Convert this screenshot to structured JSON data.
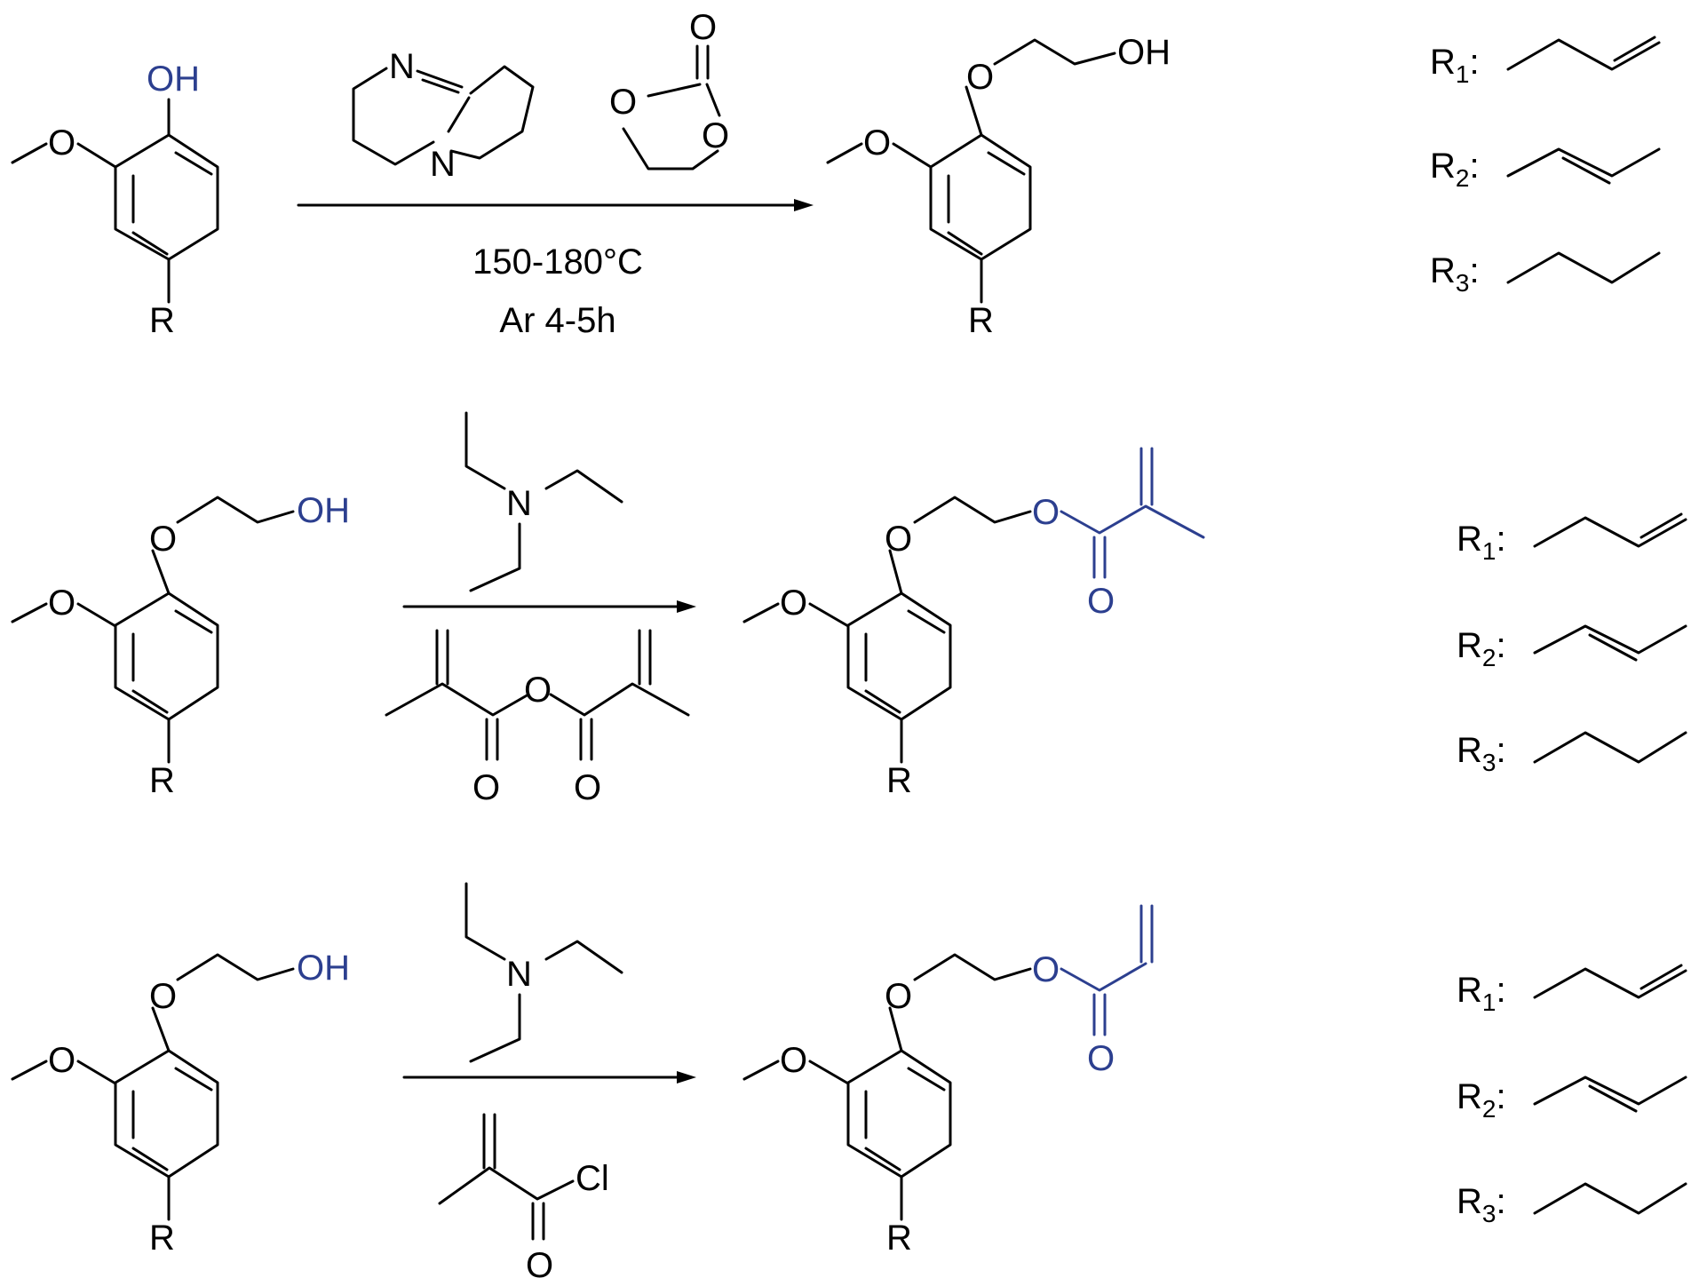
{
  "colors": {
    "black": "#000000",
    "blue": "#2c3f8f",
    "r1": "#a35aa8",
    "r2": "#e02020",
    "r3": "#5cb532"
  },
  "atoms": {
    "O": "O",
    "OH": "OH",
    "R": "R",
    "N": "N",
    "Cl": "Cl"
  },
  "reaction1": {
    "conditions_line1": "150-180°C",
    "conditions_line2": "Ar  4-5h"
  },
  "legend": {
    "R_letter": "R",
    "colon": ":",
    "subscripts": [
      "1",
      "2",
      "3"
    ]
  }
}
